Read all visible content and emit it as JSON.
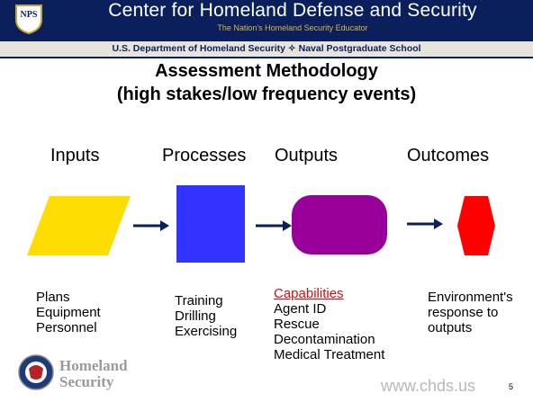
{
  "header": {
    "title": "Center for Homeland Defense and Security",
    "subtitle": "The Nation's Homeland Security Educator",
    "logo_text": "NPS",
    "affiliation": "U.S. Department of Homeland Security ✧ Naval Postgraduate School"
  },
  "slide": {
    "title_line1": "Assessment Methodology",
    "title_line2": "(high stakes/low frequency events)"
  },
  "stages": [
    {
      "label": "Inputs",
      "color": "#ffdd00",
      "shape": "parallelogram"
    },
    {
      "label": "Processes",
      "color": "#3333ff",
      "shape": "rectangle"
    },
    {
      "label": "Outputs",
      "color": "#990099",
      "shape": "rounded-rectangle"
    },
    {
      "label": "Outcomes",
      "color": "#ff0000",
      "shape": "hexagon"
    }
  ],
  "lists": {
    "inputs": [
      "Plans",
      "Equipment",
      "Personnel"
    ],
    "processes": [
      "Training",
      "Drilling",
      "Exercising"
    ],
    "outputs": [
      "Capabilities",
      "Agent ID",
      "Rescue",
      "Decontamination",
      "Medical Treatment"
    ],
    "outcomes": [
      "Environment's",
      "response to",
      "outputs"
    ]
  },
  "footer": {
    "logo_line1": "Homeland",
    "logo_line2": "Security",
    "url": "www.chds.us",
    "page": "5"
  },
  "colors": {
    "header_bg": "#0a1f5c",
    "arrow": "#0a1f5c",
    "capabilities_text": "#d01010"
  }
}
